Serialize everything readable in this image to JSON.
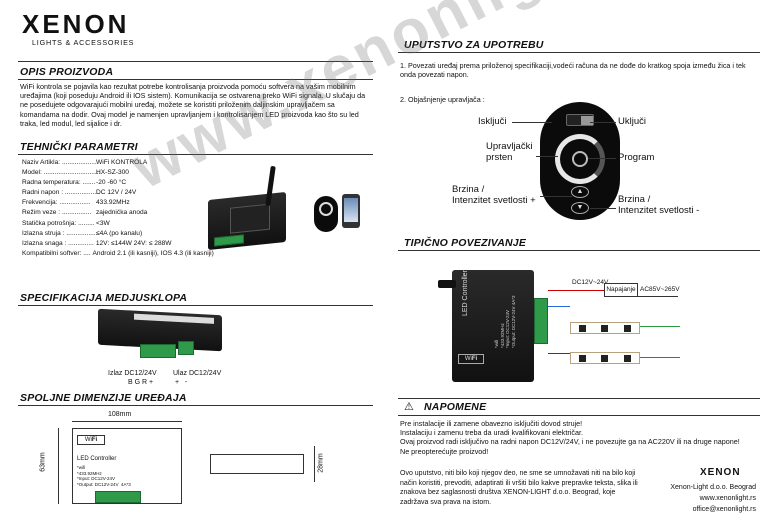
{
  "brand": {
    "name": "XENON",
    "tagline": "LIGHTS & ACCESSORIES",
    "small": "XENON"
  },
  "opis": {
    "title": "OPIS PROIZVODA",
    "text": "WiFi kontrola se pojavila kao rezultat potrebe kontrolisanja proizvoda pomoću softvera na vašim mobilnim uređajima (koji poseduju Android ili IOS sistem). Komunikacija se ostvarena preko WiFi signala. U slučaju da ne posedujete odgovarajući mobilni uređaj, možete se koristiti priloženim daljinskim upravljačem sa komandama na dodir. Ovaj model je namenjen upravljanjem i kontrolisanjem LED proizvoda kao što su led traka, led modul, led sijalice i dr."
  },
  "tehnicki": {
    "title": "TEHNIČKI PARAMETRI",
    "rows": [
      {
        "label": "Naziv Artikla: ...................",
        "value": "WiFi KONTROLA"
      },
      {
        "label": "Model: ...............................",
        "value": "HX-SZ-300"
      },
      {
        "label": "Radna temperatura: .......",
        "value": "-20 -60 °C"
      },
      {
        "label": "Radni napon : ...................",
        "value": "DC 12V / 24V"
      },
      {
        "label": "Frekvencija: .................",
        "value": "433.92MHz"
      },
      {
        "label": "Režim veze : ................",
        "value": "zajednička anoda"
      },
      {
        "label": "Statička potrošnja: .........",
        "value": "<3W"
      },
      {
        "label": "Izlazna struja : ..................",
        "value": "≤4A (po kanalu)"
      },
      {
        "label": "Izlazna snaga : ..............",
        "value": "12V: ≤144W      24V: ≤ 288W"
      },
      {
        "label": "Kompatibilni softver: ....",
        "value": "Android 2.1 (ili kasniji), IOS 4.3 (ili kasniji)"
      }
    ]
  },
  "spec_spoj": {
    "title": "SPECIFIKACIJA MEDJUSKLOPA",
    "izlaz": "Izlaz DC12/24V",
    "izlaz_pins": "B G R +",
    "ulaz": "Ulaz DC12/24V",
    "ulaz_pins": "+   -"
  },
  "dimenzije": {
    "title": "SPOLJNE DIMENZIJE UREĐAJA",
    "width": "108mm",
    "height": "63mm",
    "depth": "28mm",
    "device_label": "LED Controller",
    "device_small": "*wifi\n*433.92MHz\n*Input: DC12V-24V\n*Output: DC12V-24V  4A*3"
  },
  "uputstvo": {
    "title": "UPUTSTVO ZA UPOTREBU",
    "step1": "1. Povezati uređaj prema priloženoj specifikaciji,vodeći računa da ne dođe do kratkog spoja između žica i tek onda povezati napon.",
    "step2": "2. Objašnjenje upravljača :",
    "labels": {
      "iskljuci": "Isključi",
      "ukljuci": "Uključi",
      "prsten": "Upravljački\nprsten",
      "program": "Program",
      "brzina_plus": "Brzina /\nIntenzitet svetlosti +",
      "brzina_minus": "Brzina /\nIntenzitet svetlosti -"
    }
  },
  "tipicno": {
    "title": "TIPIČNO POVEZIVANJE",
    "dc": "DC12V~24V",
    "napajanje": "Napajanje",
    "ac": "AC85V~265V",
    "device_label": "LED Controller",
    "device_specs": "*wifi\n*433.92MHz\n*Input: DC12V-24V\n*Output: DC12V-24V 4A*3"
  },
  "napomene": {
    "title": "NAPOMENE",
    "text": "Pre instalacije ili zamene obavezno isključiti dovod struje!\nInstalaciju i zamenu treba da uradi kvalifikovani električar.\nOvaj proizvod radi isključivo na radni napon DC12V/24V, i ne povezujte ga na AC220V ili na druge napone!\nNe preopterećujte proizvod!"
  },
  "footer": {
    "legal": "Ovo uputstvo, niti bilo koji njegov deo, ne sme se umnožavati niti na bilo koji način koristiti, prevoditi, adaptirati ili vršiti bilo kakve prepravke teksta, slika ili znakova bez saglasnosti društva XENON-LIGHT d.o.o. Beograd, koje zadržava sva prava na istom.",
    "company": "Xenon-Light d.o.o. Beograd",
    "web": "www.xenonlight.rs",
    "email": "office@xenonlight.rs"
  },
  "watermark": "www.xenonlight.rs",
  "colors": {
    "terminal_green": "#2f9a4a",
    "rule": "#333333"
  }
}
